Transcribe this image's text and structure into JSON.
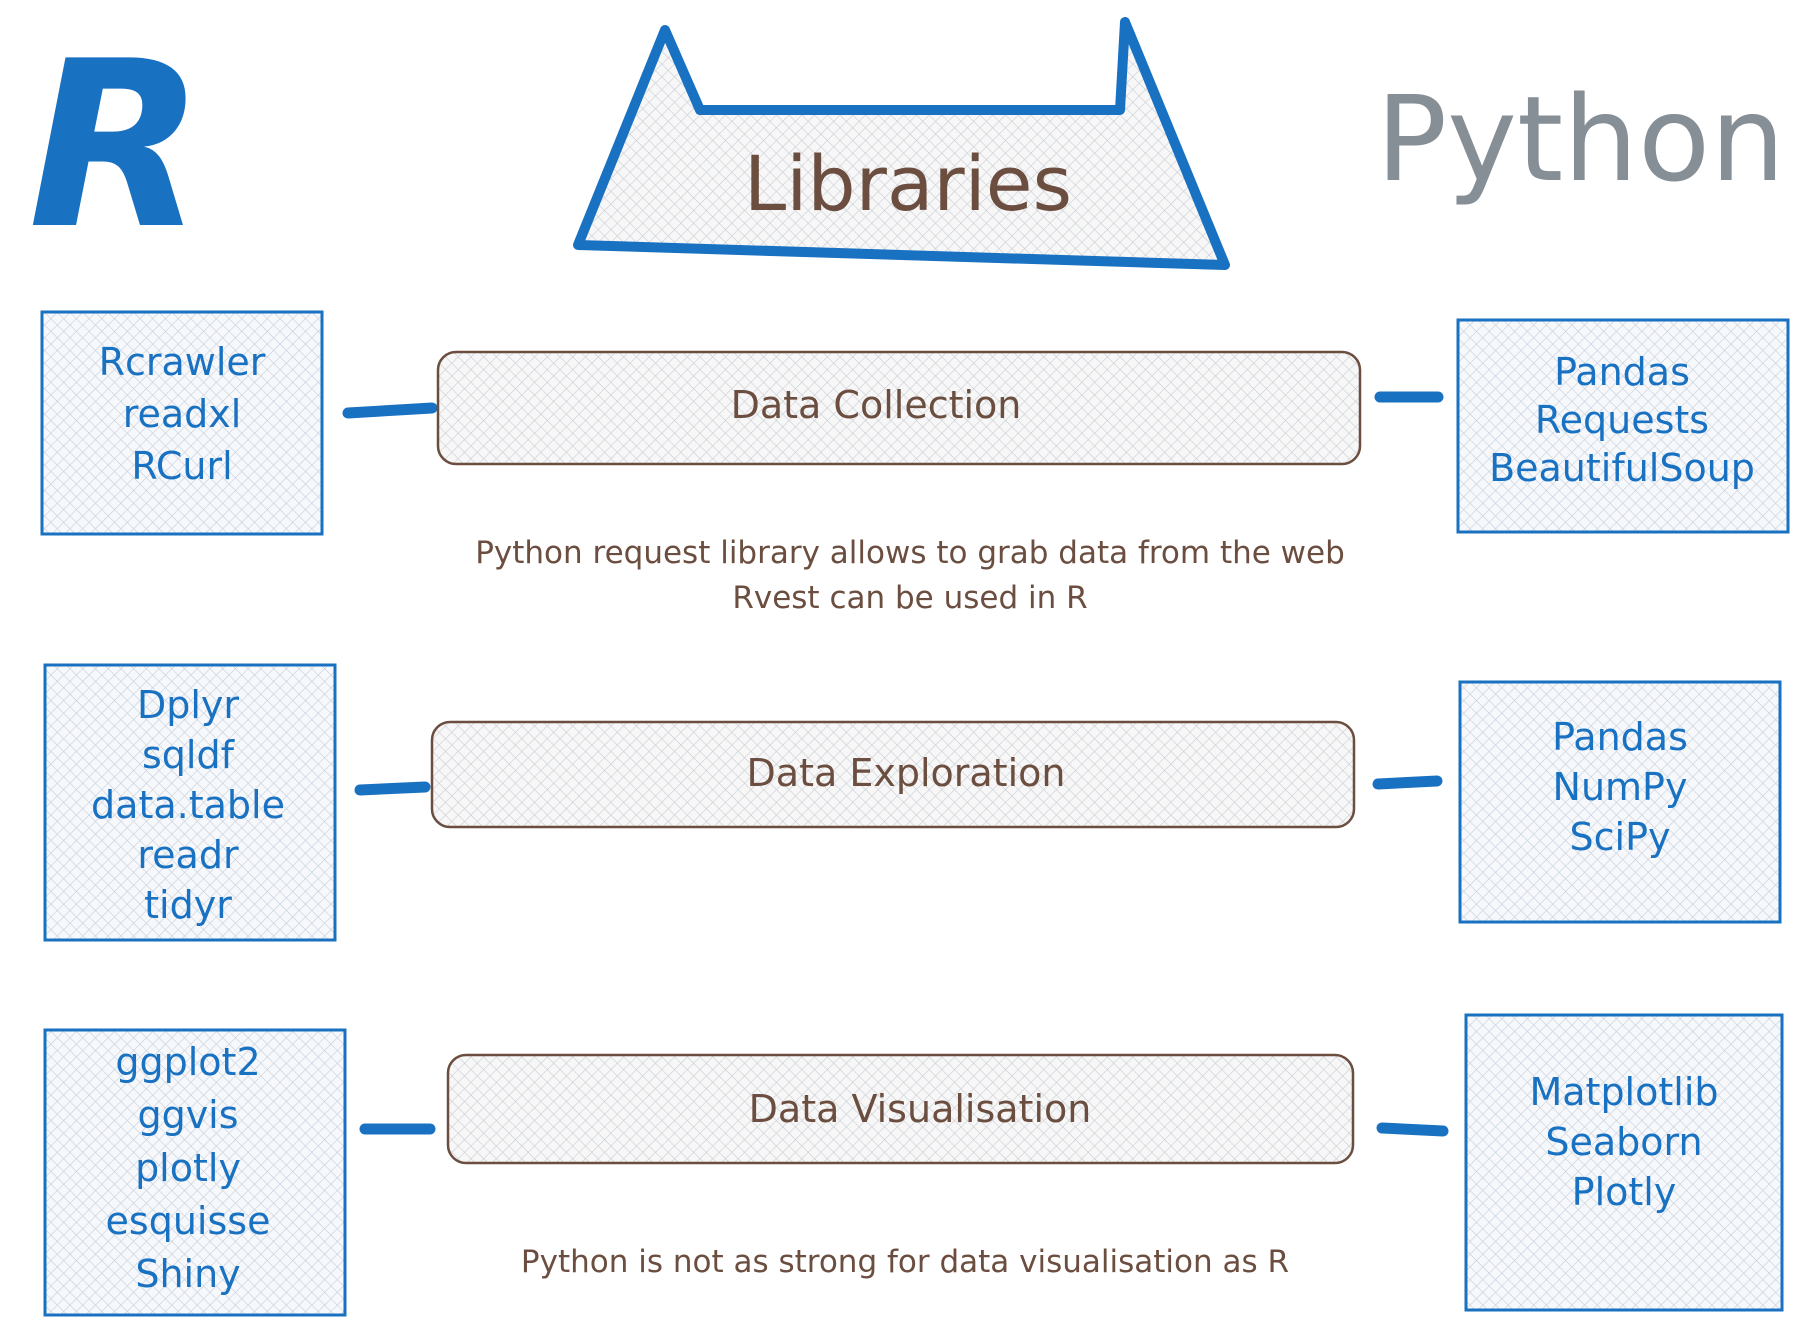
{
  "header": {
    "r_logo": "R",
    "title": "Libraries",
    "python_label": "Python"
  },
  "rows": [
    {
      "category": "Data Collection",
      "r_libraries": [
        "Rcrawler",
        "readxl",
        "RCurl"
      ],
      "python_libraries": [
        "Pandas",
        "Requests",
        "BeautifulSoup"
      ],
      "notes": [
        "Python request library allows to grab data from the web",
        "Rvest can be used in R"
      ]
    },
    {
      "category": "Data Exploration",
      "r_libraries": [
        "Dplyr",
        "sqldf",
        "data.table",
        "readr",
        "tidyr"
      ],
      "python_libraries": [
        "Pandas",
        "NumPy",
        "SciPy"
      ],
      "notes": []
    },
    {
      "category": "Data Visualisation",
      "r_libraries": [
        "ggplot2",
        "ggvis",
        "plotly",
        "esquisse",
        "Shiny"
      ],
      "python_libraries": [
        "Matplotlib",
        "Seaborn",
        "Plotly"
      ],
      "notes": [
        "Python is not as strong for data visualisation as R"
      ]
    }
  ],
  "colors": {
    "r_blue": "#1971c2",
    "python_gray": "#868e96",
    "text_brown": "#6b4e3f"
  }
}
